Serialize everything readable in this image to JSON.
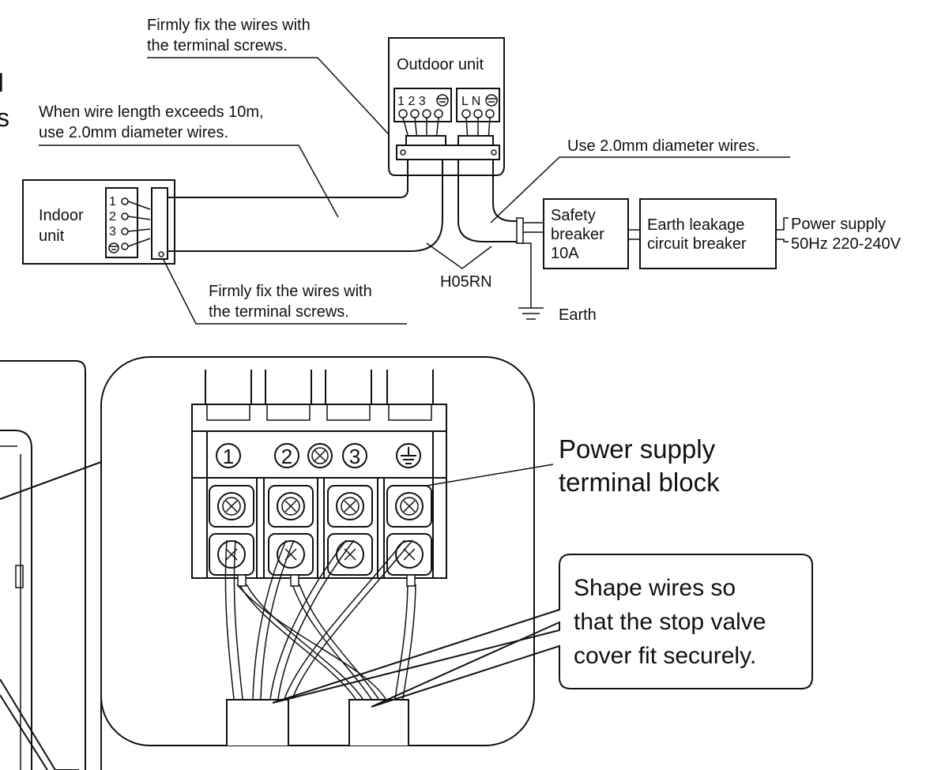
{
  "top": {
    "note_top_line1": "Firmly fix the wires with",
    "note_top_line2": "the terminal screws.",
    "outdoor_unit": "Outdoor unit",
    "outdoor_terms_a": "1 2 3",
    "outdoor_terms_b": "L N",
    "note_length_line1": "When wire length exceeds 10m,",
    "note_length_line2": "use 2.0mm diameter wires.",
    "note_diam": "Use 2.0mm diameter wires.",
    "indoor_line1": "Indoor",
    "indoor_line2": "unit",
    "indoor_terms": [
      "1",
      "2",
      "3"
    ],
    "safety_line1": "Safety",
    "safety_line2": "breaker",
    "safety_line3": "10A",
    "earth_leak_line1": "Earth leakage",
    "earth_leak_line2": "circuit breaker",
    "power_line1": "Power supply",
    "power_line2": "50Hz 220-240V",
    "cable": "H05RN",
    "earth": "Earth",
    "note_bottom_line1": "Firmly fix the wires with",
    "note_bottom_line2": "the terminal screws.",
    "left_edge_a": "l",
    "left_edge_b": "s"
  },
  "detail": {
    "terminals": [
      "1",
      "2",
      "3"
    ],
    "label_line1": "Power supply",
    "label_line2": "terminal block",
    "callout_line1": "Shape wires so",
    "callout_line2": "that the stop valve",
    "callout_line3": "cover fit securely."
  },
  "icons": [
    "screw-icon",
    "earth-icon",
    "terminal-circle-icon"
  ]
}
